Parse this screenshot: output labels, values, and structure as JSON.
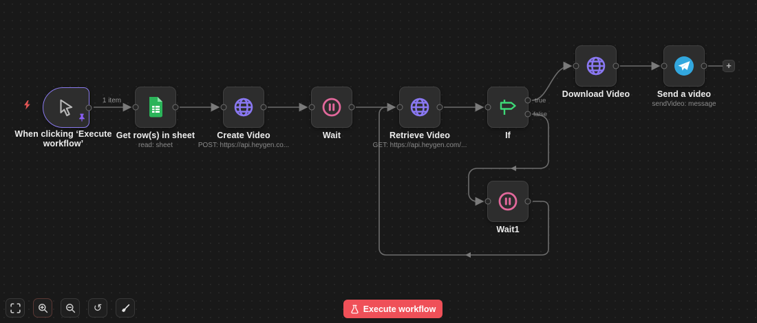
{
  "canvas": {
    "nodes": [
      {
        "id": "trigger",
        "label": "When clicking ‘Execute workflow’",
        "label_line1": "When clicking ‘Execute",
        "label_line2": "workflow’",
        "sublabel": "",
        "icon": "cursor-icon",
        "pinned": true
      },
      {
        "id": "sheets",
        "label": "Get row(s) in sheet",
        "sublabel": "read: sheet",
        "icon": "google-sheets-icon"
      },
      {
        "id": "create-video",
        "label": "Create Video",
        "sublabel": "POST: https://api.heygen.co...",
        "icon": "globe-icon"
      },
      {
        "id": "wait",
        "label": "Wait",
        "sublabel": "",
        "icon": "pause-icon"
      },
      {
        "id": "retrieve-video",
        "label": "Retrieve Video",
        "sublabel": "GET: https://api.heygen.com/...",
        "icon": "globe-icon"
      },
      {
        "id": "if",
        "label": "If",
        "sublabel": "",
        "icon": "signpost-icon",
        "output_true_label": "true",
        "output_false_label": "false"
      },
      {
        "id": "download-video",
        "label": "Download Video",
        "sublabel": "",
        "icon": "globe-icon"
      },
      {
        "id": "send-video",
        "label": "Send a video",
        "sublabel": "sendVideo: message",
        "icon": "telegram-icon"
      },
      {
        "id": "wait1",
        "label": "Wait1",
        "sublabel": "",
        "icon": "pause-icon"
      }
    ],
    "connection_label_items": "1 item",
    "plus_button_label": "+"
  },
  "colors": {
    "canvas_bg": "#191919",
    "node_bg": "#2d2d2d",
    "trigger_border": "#8b7cf0",
    "wire": "#6d6d6d",
    "http_purple": "#8a78f2",
    "wait_pink": "#e2689b",
    "if_green": "#3ed977",
    "sheets_green": "#2bb45a",
    "telegram_blue": "#32a7de",
    "execute_red": "#ef5058",
    "bolt_red": "#e25555",
    "pin_purple": "#8a5ff5"
  },
  "toolbar": {
    "buttons": [
      {
        "name": "fit-view"
      },
      {
        "name": "zoom-in"
      },
      {
        "name": "zoom-out"
      },
      {
        "name": "undo"
      },
      {
        "name": "tidy-up"
      }
    ]
  },
  "execute_button": {
    "label": "Execute workflow"
  }
}
